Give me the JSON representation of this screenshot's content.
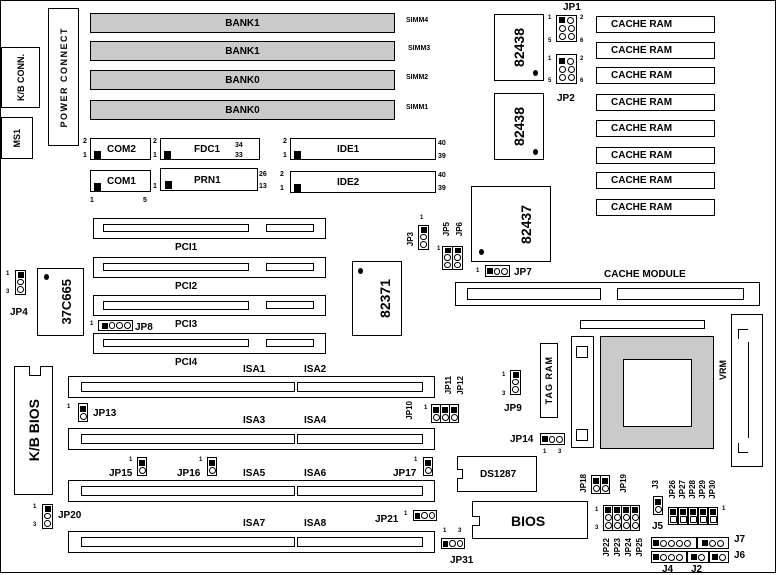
{
  "title": "Motherboard Layout Diagram",
  "memory": {
    "slots": [
      {
        "bank": "BANK1",
        "simm": "SIMM4"
      },
      {
        "bank": "BANK1",
        "simm": "SIMM3"
      },
      {
        "bank": "BANK0",
        "simm": "SIMM2"
      },
      {
        "bank": "BANK0",
        "simm": "SIMM1"
      }
    ]
  },
  "left_connectors": {
    "kb_conn": "K/B CONN.",
    "ms1": "MS1",
    "power": "POWER CONNECT",
    "kb_bios": "K/B BIOS"
  },
  "io_headers": {
    "com2": {
      "label": "COM2",
      "pin_top": "2",
      "pin_bottom": "1"
    },
    "fdc1": {
      "label": "FDC1",
      "pin_top": "2",
      "pin_bottom": "1",
      "pin_end_top": "34",
      "pin_end_bottom": "33"
    },
    "ide1": {
      "label": "IDE1",
      "pin_top": "2",
      "pin_bottom": "1",
      "pin_end_top": "40",
      "pin_end_bottom": "39"
    },
    "com1": {
      "label": "COM1",
      "pin_left": "1",
      "pin_right": "5"
    },
    "prn1": {
      "label": "PRN1",
      "pin_bottom": "1",
      "pin_end_top": "26",
      "pin_end_bottom": "13"
    },
    "ide2": {
      "label": "IDE2",
      "pin_top": "2",
      "pin_bottom": "1",
      "pin_end_top": "40",
      "pin_end_bottom": "39"
    }
  },
  "chips": {
    "c82438a": "82438",
    "c82438b": "82438",
    "c82437": "82437",
    "c82371": "82371",
    "c37c665": "37C665",
    "ds1287": "DS1287",
    "bios": "BIOS",
    "tag_ram": "TAG RAM",
    "vrm": "VRM",
    "cache_module": "CACHE MODULE"
  },
  "cache_ram": [
    "CACHE RAM",
    "CACHE RAM",
    "CACHE RAM",
    "CACHE RAM",
    "CACHE RAM",
    "CACHE RAM",
    "CACHE RAM",
    "CACHE RAM"
  ],
  "pci_slots": [
    "PCI1",
    "PCI2",
    "PCI3",
    "PCI4"
  ],
  "isa_slots": [
    "ISA1",
    "ISA2",
    "ISA3",
    "ISA4",
    "ISA5",
    "ISA6",
    "ISA7",
    "ISA8"
  ],
  "jumpers": {
    "jp1": {
      "label": "JP1",
      "p1": "1",
      "p2": "2",
      "p5": "5",
      "p6": "6"
    },
    "jp2": {
      "label": "JP2",
      "p1": "1",
      "p2": "2",
      "p5": "5",
      "p6": "6"
    },
    "jp3": {
      "label": "JP3",
      "p1": "1"
    },
    "jp4": {
      "label": "JP4",
      "p1": "1",
      "p3": "3"
    },
    "jp5": {
      "label": "JP5",
      "p1": "1"
    },
    "jp6": {
      "label": "JP6"
    },
    "jp7": {
      "label": "JP7",
      "p1": "1"
    },
    "jp8": {
      "label": "JP8",
      "p1": "1"
    },
    "jp9": {
      "label": "JP9",
      "p1": "1",
      "p3": "3"
    },
    "jp10": {
      "label": "JP10",
      "p1": "1"
    },
    "jp11": {
      "label": "JP11"
    },
    "jp12": {
      "label": "JP12"
    },
    "jp13": {
      "label": "JP13",
      "p1": "1"
    },
    "jp14": {
      "label": "JP14",
      "p1": "1",
      "p3": "3"
    },
    "jp15": {
      "label": "JP15",
      "p1": "1"
    },
    "jp16": {
      "label": "JP16",
      "p1": "1"
    },
    "jp17": {
      "label": "JP17",
      "p1": "1"
    },
    "jp18": {
      "label": "JP18"
    },
    "jp19": {
      "label": "JP19"
    },
    "jp20": {
      "label": "JP20",
      "p1": "1",
      "p3": "3"
    },
    "jp21": {
      "label": "JP21",
      "p1": "1"
    },
    "jp22_25": {
      "labels": [
        "JP22",
        "JP23",
        "JP24",
        "JP25"
      ],
      "p1": "1",
      "p3": "3"
    },
    "jp26_30": {
      "labels": [
        "JP26",
        "JP27",
        "JP28",
        "JP29",
        "JP30"
      ],
      "p1": "1"
    },
    "jp31": {
      "label": "JP31",
      "p1": "1",
      "p3": "3"
    },
    "j3": "J3",
    "j5": "J5",
    "j7": "J7",
    "j6": "J6",
    "j4": "J4",
    "j2": "J2"
  }
}
